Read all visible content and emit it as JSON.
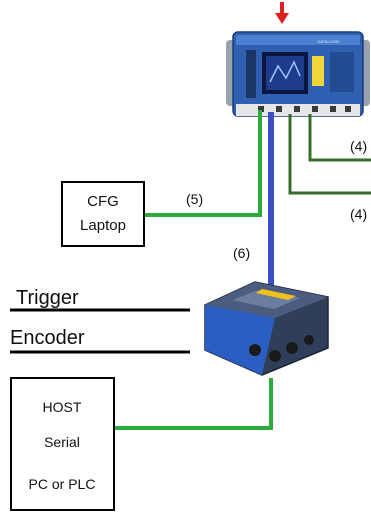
{
  "labels": {
    "cfg_line1": "CFG",
    "cfg_line2": "Laptop",
    "link_cfg": "(5)",
    "link_blue": "(6)",
    "link_out_top": "(4)",
    "link_out_bottom": "(4)",
    "trigger": "Trigger",
    "encoder": "Encoder",
    "host_line1": "HOST",
    "host_line2": "Serial",
    "host_line3": "PC or PLC",
    "controller_brand": "DATALOGIC"
  },
  "colors": {
    "green_cable": "#2faa3c",
    "dark_green_cable": "#3a6b2a",
    "blue_cable": "#3b4fc4",
    "arrow": "#e02020",
    "controller_body": "#2e5fb0",
    "scanner_body": "#2f3f5a",
    "scanner_accent": "#f1c21b"
  }
}
